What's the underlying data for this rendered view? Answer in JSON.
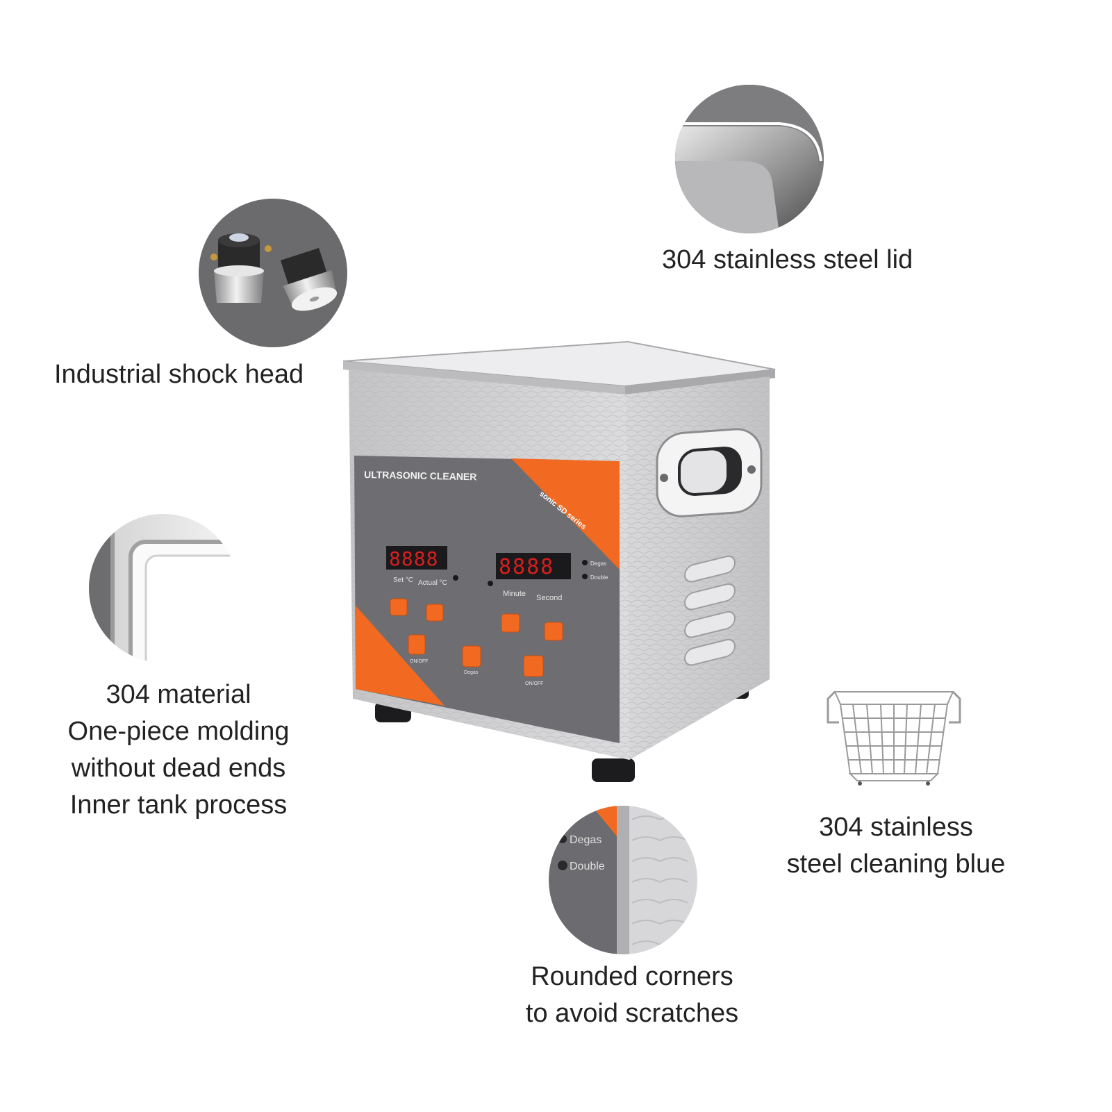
{
  "colors": {
    "circle_grey": "#6b6b6d",
    "steel": "#c9c9cb",
    "panel_grey": "#6e6e72",
    "accent_orange": "#f26a21",
    "display_red": "#d81e1e",
    "text": "#222222"
  },
  "features": {
    "shock_head": {
      "label": "Industrial shock head",
      "icon": "transducer-icon"
    },
    "lid": {
      "label": "304 stainless steel lid",
      "icon": "steel-lid-icon"
    },
    "material": {
      "lines": [
        "304 material",
        "One-piece molding",
        "without dead ends",
        "Inner tank process"
      ],
      "icon": "inner-tank-icon"
    },
    "basket": {
      "lines": [
        "304 stainless",
        "steel cleaning blue"
      ],
      "icon": "wire-basket-icon"
    },
    "corners": {
      "lines": [
        "Rounded corners",
        "to avoid scratches"
      ],
      "icon": "rounded-corner-icon",
      "detail_labels": [
        "Degas",
        "Double"
      ]
    }
  },
  "product": {
    "brand_label": "ULTRASONIC CLEANER",
    "series_label": "sonic SD series",
    "temp_display": "8888",
    "time_display": "8888",
    "temp_labels": [
      "Set °C",
      "Actual °C"
    ],
    "time_labels": [
      "Minute",
      "Second"
    ],
    "indicator_labels": [
      "Degas",
      "Double"
    ],
    "button_labels": [
      "ON/OFF",
      "Degas",
      "ON/OFF"
    ]
  }
}
